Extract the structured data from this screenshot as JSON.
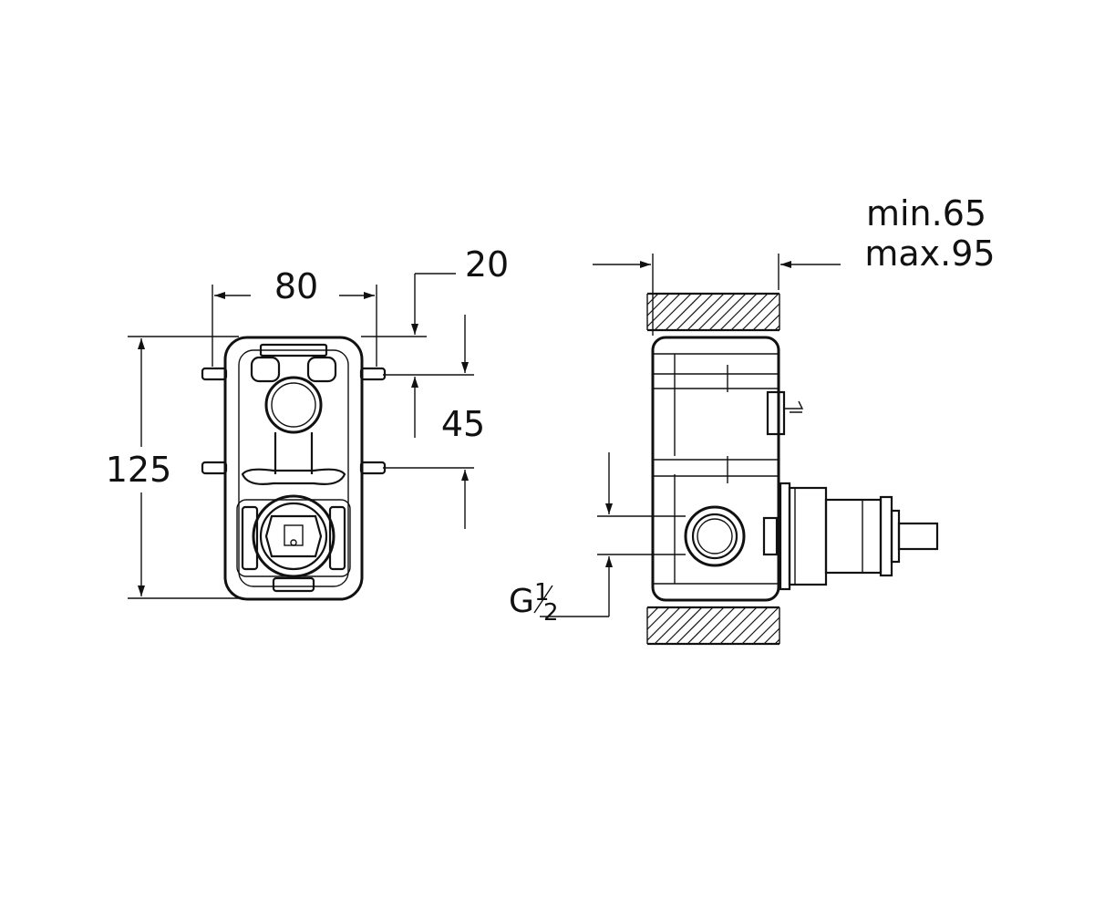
{
  "front_view": {
    "dim_width": "80",
    "dim_height": "125",
    "dim_offset": "20",
    "dim_spacing": "45"
  },
  "side_view": {
    "dim_depth_min": "min.65",
    "dim_depth_max": "max.95",
    "thread_g": "G",
    "thread_num": "1",
    "thread_den": "2"
  },
  "colors": {
    "line": "#111111",
    "background": "#ffffff"
  }
}
